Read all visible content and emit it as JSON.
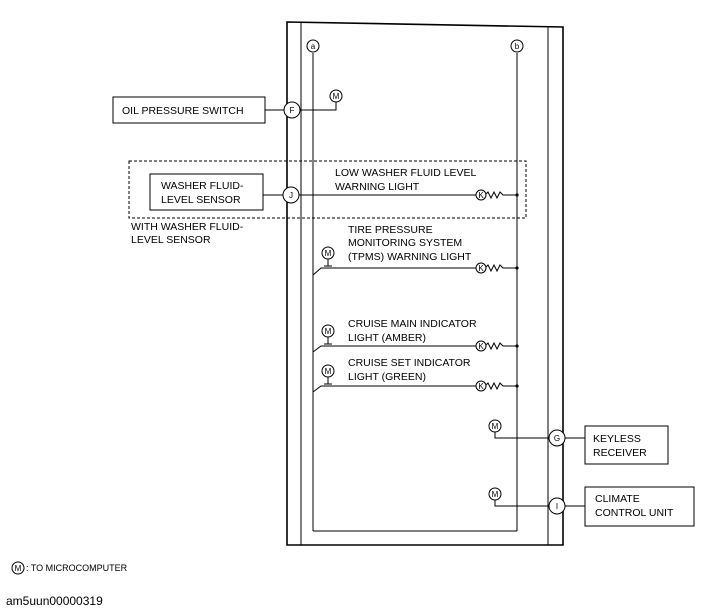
{
  "labels": {
    "oil_pressure_switch": "OIL PRESSURE SWITCH",
    "washer_sensor_line1": "WASHER FLUID-",
    "washer_sensor_line2": "LEVEL SENSOR",
    "with_sensor_line1": "WITH WASHER FLUID-",
    "with_sensor_line2": "LEVEL SENSOR",
    "low_washer_line1": "LOW WASHER FLUID LEVEL",
    "low_washer_line2": "WARNING LIGHT",
    "tpms_line1": "TIRE PRESSURE",
    "tpms_line2": "MONITORING SYSTEM",
    "tpms_line3": "(TPMS) WARNING LIGHT",
    "cruise_main_line1": "CRUISE MAIN INDICATOR",
    "cruise_main_line2": "LIGHT (AMBER)",
    "cruise_set_line1": "CRUISE SET INDICATOR",
    "cruise_set_line2": "LIGHT (GREEN)",
    "keyless_line1": "KEYLESS",
    "keyless_line2": "RECEIVER",
    "climate_line1": "CLIMATE",
    "climate_line2": "CONTROL UNIT"
  },
  "terminals": {
    "a": "a",
    "b": "b",
    "F": "F",
    "J": "J",
    "G": "G",
    "I": "I",
    "M": "M",
    "K": "K"
  },
  "legend": {
    "symbol": "M",
    "text": ": TO MICROCOMPUTER"
  },
  "document_id": "am5uun00000319"
}
